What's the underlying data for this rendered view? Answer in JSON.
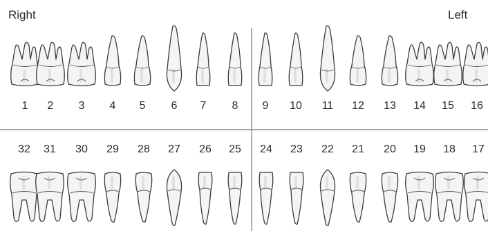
{
  "labels": {
    "right": "Right",
    "left": "Left"
  },
  "upper_teeth": [
    {
      "number": "1",
      "type": "molar"
    },
    {
      "number": "2",
      "type": "molar"
    },
    {
      "number": "3",
      "type": "molar"
    },
    {
      "number": "4",
      "type": "premolar"
    },
    {
      "number": "5",
      "type": "premolar"
    },
    {
      "number": "6",
      "type": "canine"
    },
    {
      "number": "7",
      "type": "incisor"
    },
    {
      "number": "8",
      "type": "incisor"
    },
    {
      "number": "9",
      "type": "incisor"
    },
    {
      "number": "10",
      "type": "incisor"
    },
    {
      "number": "11",
      "type": "canine"
    },
    {
      "number": "12",
      "type": "premolar"
    },
    {
      "number": "13",
      "type": "premolar"
    },
    {
      "number": "14",
      "type": "molar"
    },
    {
      "number": "15",
      "type": "molar"
    },
    {
      "number": "16",
      "type": "molar"
    }
  ],
  "lower_teeth": [
    {
      "number": "32",
      "type": "molar"
    },
    {
      "number": "31",
      "type": "molar"
    },
    {
      "number": "30",
      "type": "molar"
    },
    {
      "number": "29",
      "type": "premolar"
    },
    {
      "number": "28",
      "type": "premolar"
    },
    {
      "number": "27",
      "type": "canine"
    },
    {
      "number": "26",
      "type": "incisor"
    },
    {
      "number": "25",
      "type": "incisor"
    },
    {
      "number": "24",
      "type": "incisor"
    },
    {
      "number": "23",
      "type": "incisor"
    },
    {
      "number": "22",
      "type": "canine"
    },
    {
      "number": "21",
      "type": "premolar"
    },
    {
      "number": "20",
      "type": "premolar"
    },
    {
      "number": "19",
      "type": "molar"
    },
    {
      "number": "18",
      "type": "molar"
    },
    {
      "number": "17",
      "type": "molar"
    }
  ]
}
